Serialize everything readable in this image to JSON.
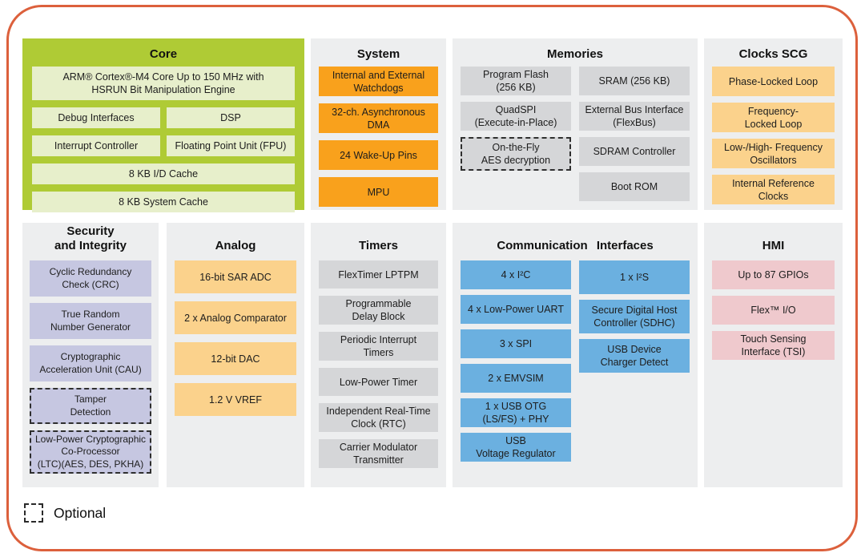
{
  "legend": {
    "label": "Optional"
  },
  "colors": {
    "frame_orange": "#DC603C",
    "core_green": "#AFCB35",
    "core_block_cream": "#E7EFCB",
    "section_background": "#EDEEEF",
    "system_orange": "#F9A11C",
    "clock_analog_light_orange": "#FBD28C",
    "memory_timer_gray": "#D5D6D8",
    "security_lavender": "#C6C7E1",
    "comm_blue": "#6BB0E0",
    "hmi_pink": "#EFC9CD"
  },
  "sections": [
    {
      "id": "core",
      "title": "Core",
      "blocks": [
        {
          "id": "arm-core",
          "label": "ARM® Cortex®-M4 Core Up to 150 MHz with\nHSRUN Bit Manipulation Engine",
          "tall": true
        },
        {
          "id": "debug-interfaces",
          "label": "Debug Interfaces",
          "half": true
        },
        {
          "id": "dsp",
          "label": "DSP",
          "half": true
        },
        {
          "id": "interrupt-controller",
          "label": "Interrupt Controller",
          "half": true
        },
        {
          "id": "fpu",
          "label": "Floating Point Unit (FPU)",
          "half": true
        },
        {
          "id": "id-cache",
          "label": "8 KB I/D Cache"
        },
        {
          "id": "system-cache",
          "label": "8 KB System Cache"
        }
      ]
    },
    {
      "id": "system",
      "title": "System",
      "blocks": [
        {
          "id": "watchdogs",
          "label": "Internal and External\nWatchdogs"
        },
        {
          "id": "async-dma",
          "label": "32-ch. Asynchronous\nDMA"
        },
        {
          "id": "wakeup-pins",
          "label": "24 Wake-Up Pins"
        },
        {
          "id": "mpu",
          "label": "MPU"
        }
      ]
    },
    {
      "id": "memories",
      "title": "Memories",
      "columns": [
        [
          {
            "id": "program-flash",
            "label": "Program Flash\n(256 KB)"
          },
          {
            "id": "quadspi",
            "label": "QuadSPI\n(Execute-in-Place)"
          },
          {
            "id": "aes-decryption",
            "label": "On-the-Fly\nAES decryption",
            "dashed": true,
            "tall": true
          }
        ],
        [
          {
            "id": "sram",
            "label": "SRAM (256 KB)"
          },
          {
            "id": "flexbus",
            "label": "External Bus Interface\n(FlexBus)"
          },
          {
            "id": "sdram-controller",
            "label": "SDRAM Controller"
          },
          {
            "id": "boot-rom",
            "label": "Boot ROM"
          }
        ]
      ]
    },
    {
      "id": "clocks",
      "title": "Clocks SCG",
      "blocks": [
        {
          "id": "pll",
          "label": "Phase-Locked Loop"
        },
        {
          "id": "fll",
          "label": "Frequency-\nLocked Loop"
        },
        {
          "id": "oscillators",
          "label": "Low-/High- Frequency\nOscillators"
        },
        {
          "id": "internal-reference-clocks",
          "label": "Internal Reference\nClocks"
        }
      ]
    },
    {
      "id": "security",
      "title": "Security\nand Integrity",
      "blocks": [
        {
          "id": "crc",
          "label": "Cyclic Redundancy\nCheck (CRC)"
        },
        {
          "id": "trng",
          "label": "True Random\nNumber Generator"
        },
        {
          "id": "cau",
          "label": "Cryptographic\nAcceleration Unit (CAU)"
        },
        {
          "id": "tamper-detection",
          "label": "Tamper\nDetection",
          "dashed": true
        },
        {
          "id": "ltc",
          "label": "Low-Power Cryptographic\nCo-Processor\n(LTC)(AES, DES, PKHA)",
          "dashed": true,
          "tall": true
        }
      ]
    },
    {
      "id": "analog",
      "title": "Analog",
      "blocks": [
        {
          "id": "sar-adc",
          "label": "16-bit SAR ADC"
        },
        {
          "id": "analog-comparator",
          "label": "2 x Analog Comparator"
        },
        {
          "id": "dac",
          "label": "12-bit DAC"
        },
        {
          "id": "vref",
          "label": "1.2 V VREF"
        }
      ]
    },
    {
      "id": "timers",
      "title": "Timers",
      "blocks": [
        {
          "id": "flextimer",
          "label": "FlexTimer LPTPM"
        },
        {
          "id": "programmable-delay-block",
          "label": "Programmable\nDelay Block"
        },
        {
          "id": "periodic-interrupt-timers",
          "label": "Periodic Interrupt\nTimers"
        },
        {
          "id": "low-power-timer",
          "label": "Low-Power Timer"
        },
        {
          "id": "rtc",
          "label": "Independent Real-Time\nClock (RTC)"
        },
        {
          "id": "carrier-modulator-transmitter",
          "label": "Carrier Modulator\nTransmitter"
        }
      ]
    },
    {
      "id": "comm",
      "title": "Communication Interfaces",
      "columns": [
        [
          {
            "id": "i2c",
            "label": "4 x I²C"
          },
          {
            "id": "low-power-uart",
            "label": "4 x Low-Power UART"
          },
          {
            "id": "spi",
            "label": "3 x SPI"
          },
          {
            "id": "emvsim",
            "label": "2 x EMVSIM"
          },
          {
            "id": "usb-otg",
            "label": "1 x USB OTG\n(LS/FS) + PHY"
          },
          {
            "id": "usb-voltage-regulator",
            "label": "USB\nVoltage Regulator"
          }
        ],
        [
          {
            "id": "i2s",
            "label": "1 x I²S"
          },
          {
            "id": "sdhc",
            "label": "Secure Digital Host\nController (SDHC)"
          },
          {
            "id": "usb-device-charger-detect",
            "label": "USB Device\nCharger Detect"
          }
        ]
      ]
    },
    {
      "id": "hmi",
      "title": "HMI",
      "blocks": [
        {
          "id": "gpios",
          "label": "Up to 87 GPIOs"
        },
        {
          "id": "flexio",
          "label": "Flex™ I/O"
        },
        {
          "id": "tsi",
          "label": "Touch Sensing\nInterface (TSI)"
        }
      ]
    }
  ]
}
